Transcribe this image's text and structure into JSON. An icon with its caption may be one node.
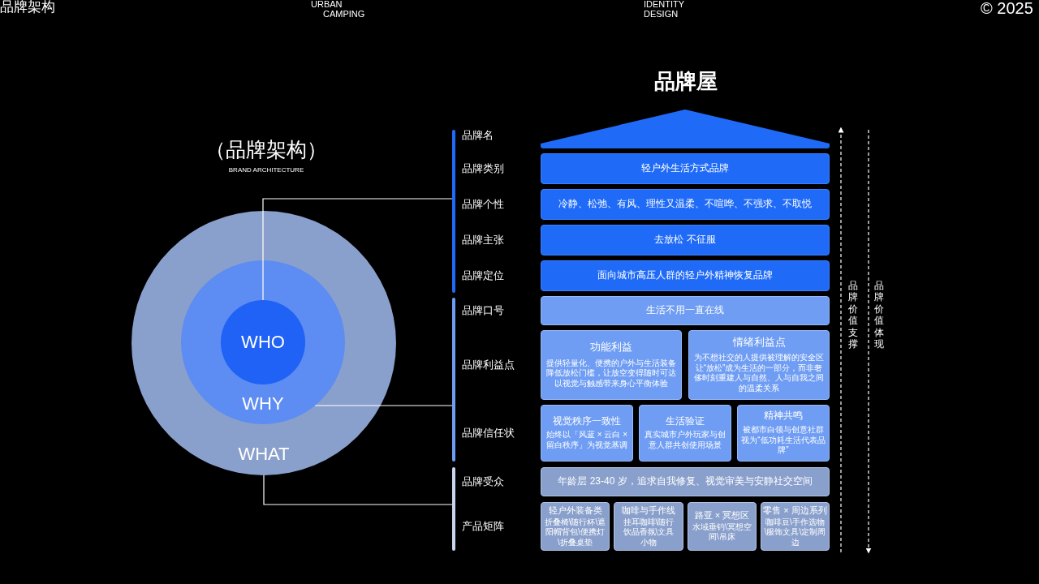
{
  "diagram": {
    "title": "品牌架构",
    "nodes": [
      {
        "text": [
          "WHAT"
        ]
      },
      {
        "text": [
          "WHY"
        ],
        "in": 0
      },
      {
        "text": [
          "WHO"
        ],
        "in": 1
      },
      {
        "text": [],
        "shape": "bar"
      },
      {
        "text": [],
        "shape": "bar"
      },
      {
        "text": [],
        "shape": "bar"
      },
      {
        "text": [],
        "shape": "triangle"
      },
      {
        "text": [
          "轻户外生活方式品牌"
        ]
      },
      {
        "text": [
          "冷静、松弛、有风、理性又温柔、不喧哗、不强求、不取悦"
        ]
      },
      {
        "text": [
          "去放松 不征服"
        ]
      },
      {
        "text": [
          "面向城市高压人群的轻户外精神恢复品牌"
        ]
      },
      {
        "text": [
          "生活不用一直在线"
        ]
      },
      {
        "text": [
          "功能利益",
          "提供轻量化、便携的户外与生活装备降低放松门槛，让放空变得随时可达以视觉与触感带来身心平衡体验"
        ]
      },
      {
        "text": [
          "情绪利益点",
          "为不想社交的人提供被理解的安全区让“放松”成为生活的一部分，而非奢侈时刻重建人与自然、人与自我之间的温柔关系"
        ]
      },
      {
        "text": [
          "视觉秩序一致性",
          "始终以「风蓝 × 云白 × 留白秩序」为视觉基调"
        ]
      },
      {
        "text": [
          "生活验证",
          "真实城市户外玩家与创意人群共创使用场景"
        ]
      },
      {
        "text": [
          "精神共鸣",
          "被都市白领与创意社群视为“低功耗生活代表品牌”"
        ]
      },
      {
        "text": [
          "年龄层 23-40 岁，追求自我修复、视觉审美与安静社交空间"
        ]
      },
      {
        "text": [
          "轻户外装备类",
          "折叠椅\\随行杯\\遮阳帽背包\\便携灯\\折叠桌垫"
        ]
      },
      {
        "text": [
          "咖啡与手作线",
          "挂耳咖啡\\随行饮品香氛\\文具小物"
        ]
      },
      {
        "text": [
          "路亚 × 冥想区",
          "水域垂钓\\冥想空间\\吊床"
        ]
      },
      {
        "text": [
          "零售 × 周边系列",
          "咖啡豆\\手作选物\\服饰文具\\定制周边"
        ]
      }
    ],
    "edges": [
      {
        "from": 2,
        "to": 3,
        "arrow": "none"
      },
      {
        "from": 1,
        "to": 4,
        "arrow": "none"
      },
      {
        "from": 0,
        "to": 5,
        "arrow": "none"
      }
    ],
    "labels": [
      "URBAN CAMPING",
      "IDENTITY DESIGN",
      "© 2025",
      "（品牌架构）",
      "BRAND ARCHITECTURE",
      "品牌屋",
      "品牌名",
      "品牌类别",
      "品牌个性",
      "品牌主张",
      "品牌定位",
      "品牌口号",
      "品牌利益点",
      "品牌信任状",
      "品牌受众",
      "产品矩阵",
      "品牌价值支撑",
      "品牌价值体现"
    ]
  }
}
